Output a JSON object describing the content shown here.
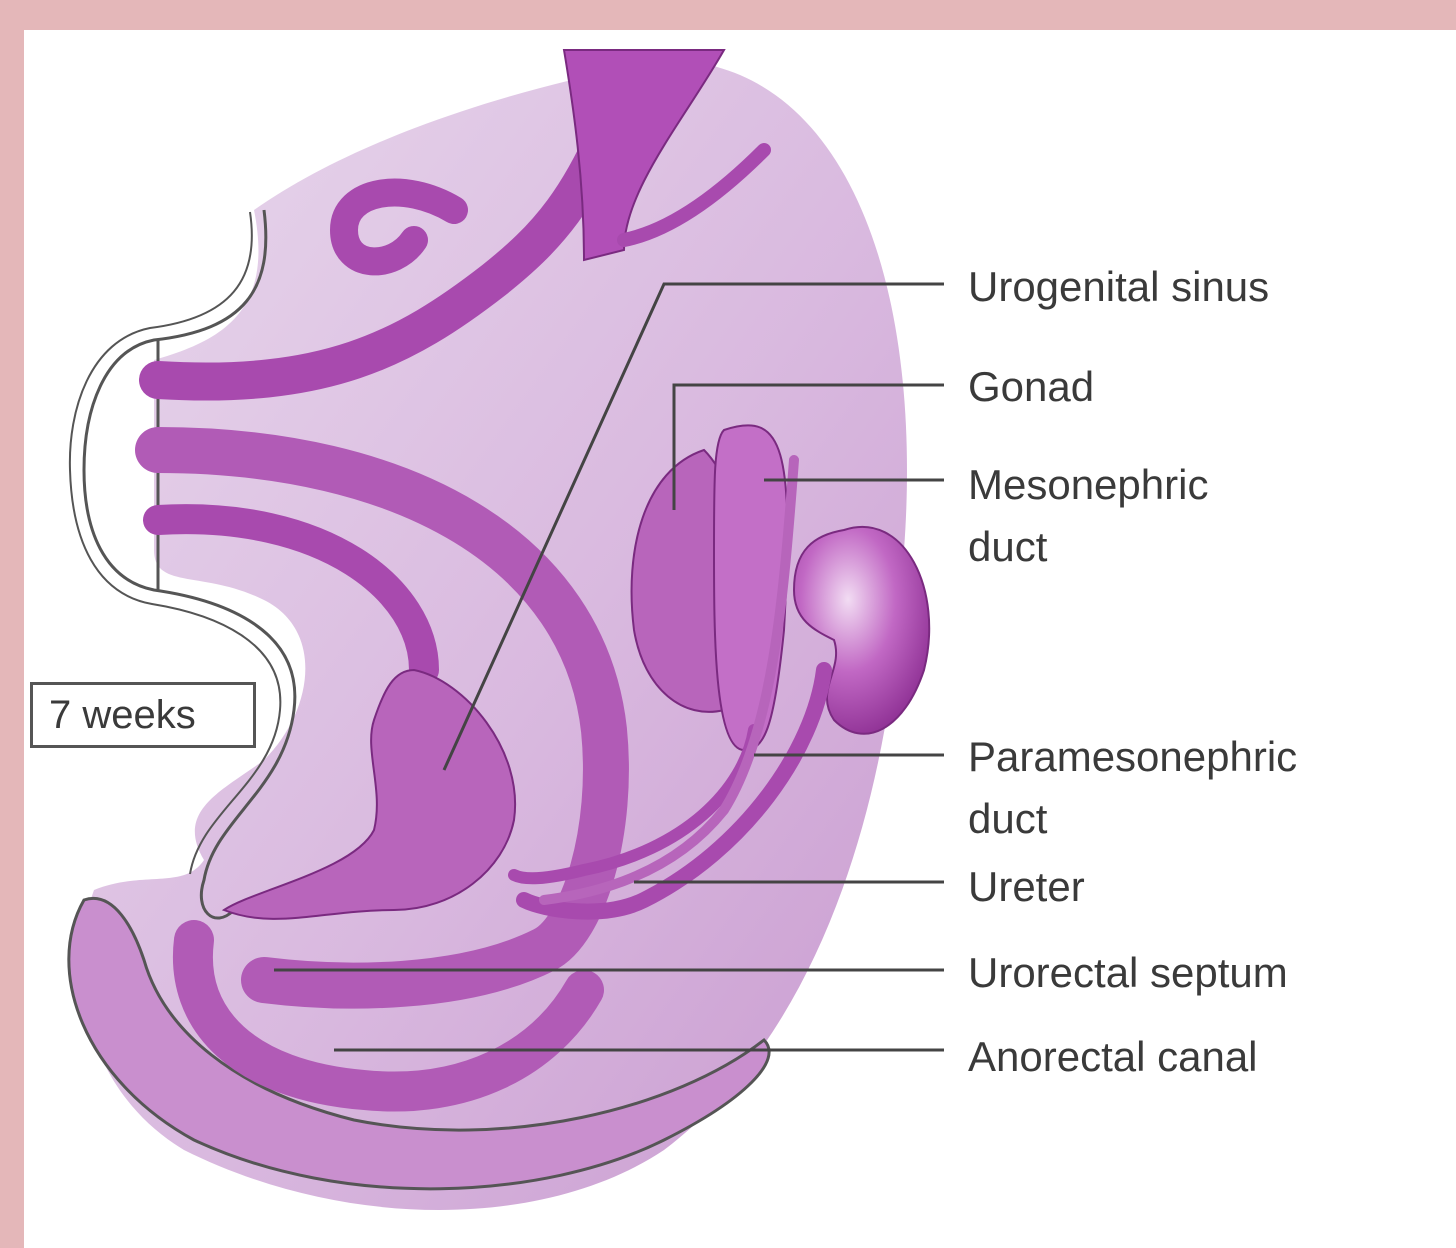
{
  "diagram": {
    "stage_label": "7 weeks",
    "labels": {
      "urogenital_sinus": "Urogenital sinus",
      "gonad": "Gonad",
      "mesonephric_duct": "Mesonephric\nduct",
      "paramesonephric_duct": "Paramesonephric\nduct",
      "ureter": "Ureter",
      "urorectal_septum": "Urorectal septum",
      "anorectal_canal": "Anorectal canal"
    },
    "colors": {
      "frame": "#e4b7b9",
      "background": "#ffffff",
      "body": "#dcc3e2",
      "organ": "#b45cb8",
      "organ_dark": "#7a2a80",
      "leader_line": "#444444"
    }
  }
}
